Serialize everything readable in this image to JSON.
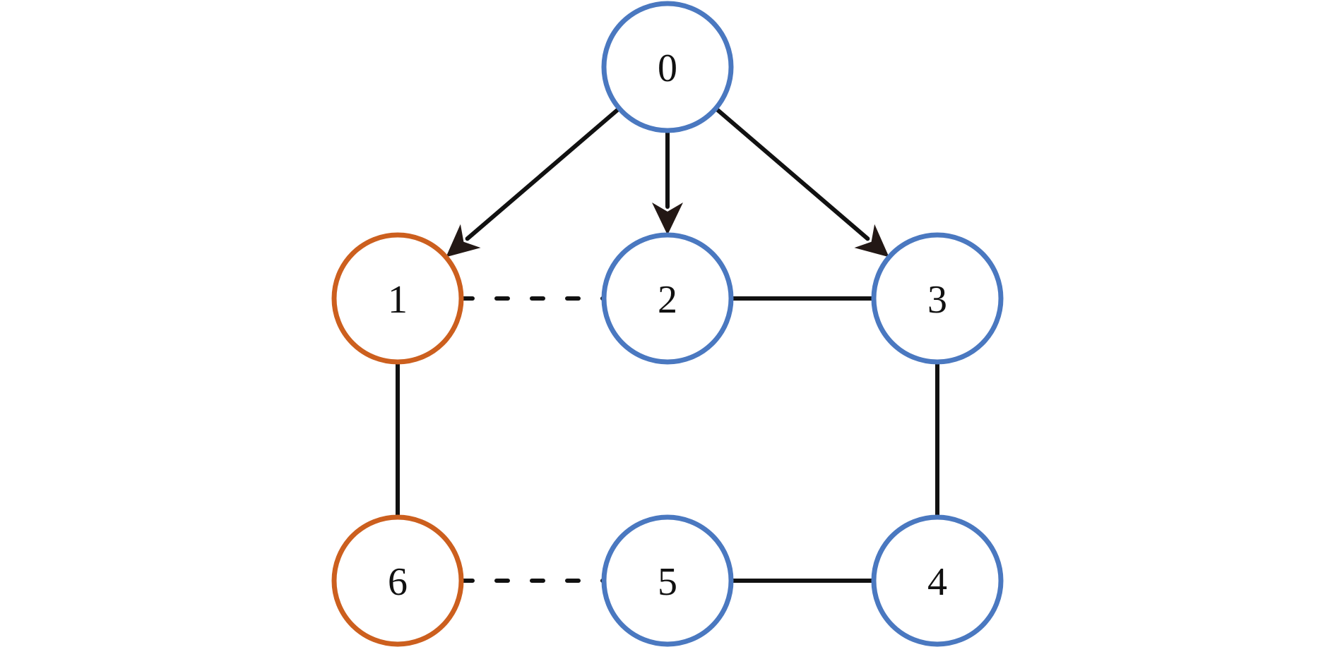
{
  "colors": {
    "blue_node": "#4a78c0",
    "orange_node": "#cc5f1e",
    "edge": "#111111",
    "arrowhead": "#231815"
  },
  "nodes": [
    {
      "id": "0",
      "label": "0",
      "group": "blue"
    },
    {
      "id": "1",
      "label": "1",
      "group": "orange"
    },
    {
      "id": "2",
      "label": "2",
      "group": "blue"
    },
    {
      "id": "3",
      "label": "3",
      "group": "blue"
    },
    {
      "id": "4",
      "label": "4",
      "group": "blue"
    },
    {
      "id": "5",
      "label": "5",
      "group": "blue"
    },
    {
      "id": "6",
      "label": "6",
      "group": "orange"
    }
  ],
  "edges": [
    {
      "from": "0",
      "to": "1",
      "style": "solid",
      "directed": true
    },
    {
      "from": "0",
      "to": "2",
      "style": "solid",
      "directed": true
    },
    {
      "from": "0",
      "to": "3",
      "style": "solid",
      "directed": true
    },
    {
      "from": "1",
      "to": "2",
      "style": "dashed",
      "directed": false
    },
    {
      "from": "2",
      "to": "3",
      "style": "solid",
      "directed": false
    },
    {
      "from": "3",
      "to": "4",
      "style": "solid",
      "directed": false
    },
    {
      "from": "5",
      "to": "4",
      "style": "solid",
      "directed": false
    },
    {
      "from": "6",
      "to": "5",
      "style": "dashed",
      "directed": false
    },
    {
      "from": "1",
      "to": "6",
      "style": "solid",
      "directed": false
    }
  ]
}
